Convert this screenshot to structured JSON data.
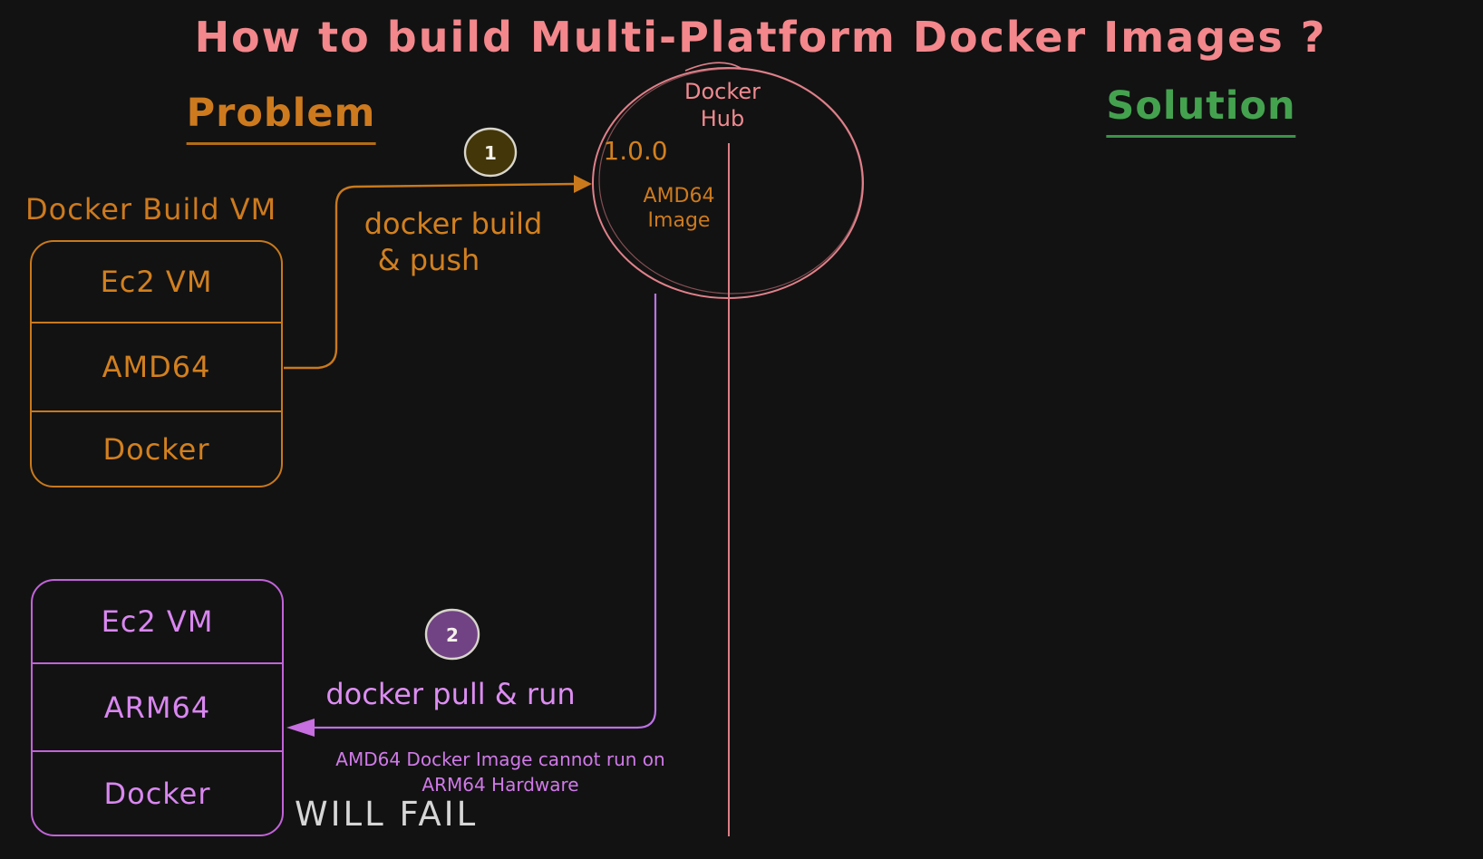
{
  "title": "How to build Multi-Platform Docker Images ?",
  "problem": {
    "heading": "Problem"
  },
  "solution": {
    "heading": "Solution"
  },
  "build_vm": {
    "label": "Docker Build VM",
    "rows": [
      "Ec2 VM",
      "AMD64",
      "Docker"
    ]
  },
  "run_vm": {
    "rows": [
      "Ec2 VM",
      "ARM64",
      "Docker"
    ]
  },
  "docker_hub": {
    "name_line1": "Docker",
    "name_line2": "Hub",
    "version_tag": "1.0.0",
    "image_line1": "AMD64",
    "image_line2": "Image"
  },
  "step1": {
    "number": "1",
    "label_line1": "docker build",
    "label_line2": "& push"
  },
  "step2": {
    "number": "2",
    "label": "docker pull & run"
  },
  "failure": {
    "note_line1": "AMD64 Docker Image cannot run on",
    "note_line2": "ARM64 Hardware",
    "status": "WILL FAIL"
  },
  "colors": {
    "background": "#121212",
    "title_salmon": "#f3878c",
    "orange": "#cd7a1e",
    "green": "#44a24f",
    "purple_stroke": "#c263d9",
    "purple_text": "#d987f0",
    "lavender_arrow": "#bb72e3",
    "hub_stroke": "#e0818a",
    "step1_badge_fill": "#433608",
    "step2_badge_fill": "#714384",
    "badge_stroke": "#d8d5cc",
    "fail_gray": "#d6d6d6"
  }
}
